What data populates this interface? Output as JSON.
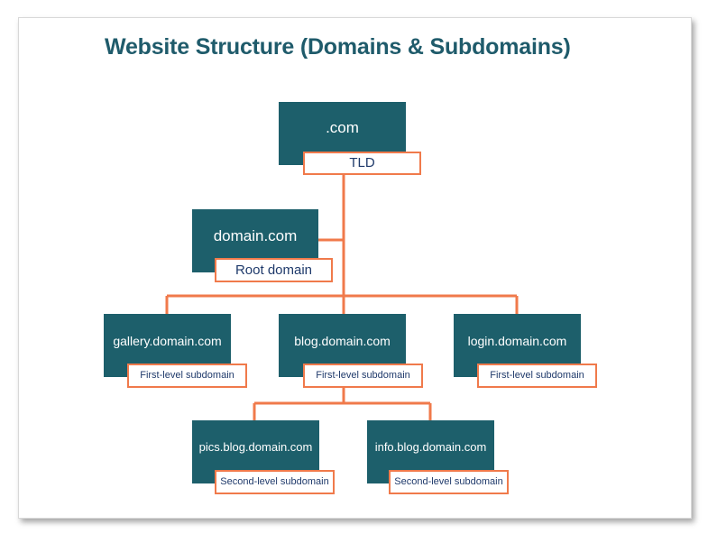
{
  "title": "Website Structure (Domains & Subdomains)",
  "accent_colors": {
    "node": "#1d5f6b",
    "connector": "#f07a4b",
    "title": "#1f5b6b",
    "label_text": "#1f3a6b"
  },
  "nodes": {
    "tld": {
      "name": ".com",
      "label": "TLD"
    },
    "root": {
      "name": "domain.com",
      "label": "Root domain"
    },
    "gallery": {
      "name": "gallery.domain.com",
      "label": "First-level subdomain"
    },
    "blog": {
      "name": "blog.domain.com",
      "label": "First-level subdomain"
    },
    "login": {
      "name": "login.domain.com",
      "label": "First-level subdomain"
    },
    "pics": {
      "name": "pics.blog.domain.com",
      "label": "Second-level subdomain"
    },
    "info": {
      "name": "info.blog.domain.com",
      "label": "Second-level subdomain"
    }
  }
}
